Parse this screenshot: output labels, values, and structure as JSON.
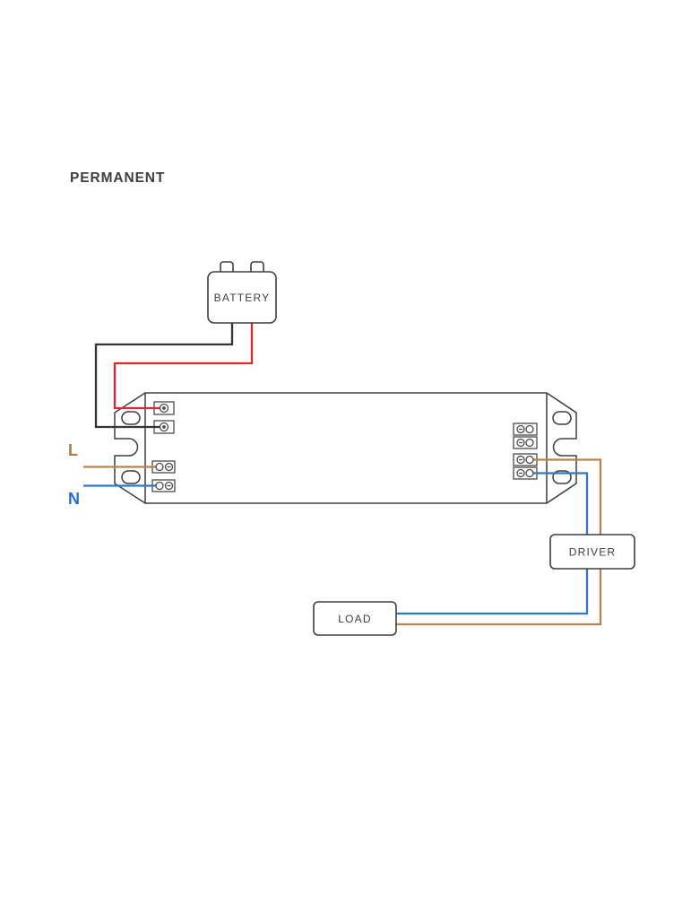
{
  "title": "PERMANENT",
  "labels": {
    "live": "L",
    "neutral": "N"
  },
  "boxes": {
    "battery": "BATTERY",
    "driver": "DRIVER",
    "load": "LOAD"
  },
  "colors": {
    "outline": "#3e3e3e",
    "terminal": "#4a4a4a",
    "text": "#3f3f3f",
    "wire_black": "#333333",
    "wire_red": "#e4252b",
    "wire_brown": "#b5854f",
    "wire_blue": "#2e78cc",
    "label_live": "#ab7b45",
    "label_neutral": "#1e6fd2"
  }
}
